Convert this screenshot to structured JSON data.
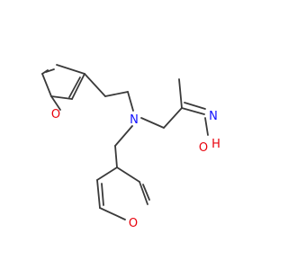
{
  "atoms": {
    "O1": {
      "text": "O",
      "color": "#e8000b"
    },
    "O2": {
      "text": "O",
      "color": "#e8000b"
    },
    "N1": {
      "text": "N",
      "color": "#1010ff"
    },
    "N2": {
      "text": "N",
      "color": "#1010ff"
    },
    "OH": {
      "text": "O",
      "color": "#e8000b"
    },
    "H": {
      "text": "H",
      "color": "#e8000b"
    }
  },
  "colors": {
    "bond": "#3a3a3a",
    "background": "#ffffff"
  }
}
